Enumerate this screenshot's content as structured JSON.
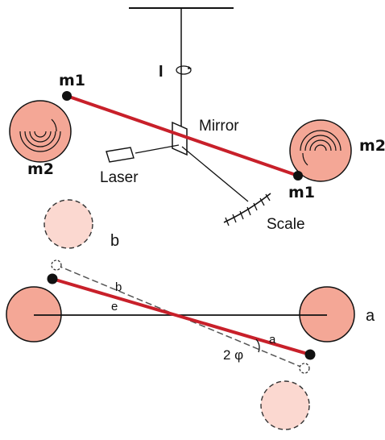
{
  "colors": {
    "ball": "#f4a796",
    "ball_light": "#fbd8d0",
    "rod": "#c8202a",
    "ink": "#111111"
  },
  "top": {
    "torsion_label": "I",
    "mass_small_left": "m1",
    "mass_small_right": "m1",
    "mass_large_left": "m2",
    "mass_large_right": "m2",
    "mirror": "Mirror",
    "laser": "Laser",
    "scale": "Scale"
  },
  "bottom": {
    "pos_b": "b",
    "pos_a": "a",
    "line_b": "b",
    "line_e": "e",
    "line_a": "a",
    "angle": "2 φ"
  }
}
